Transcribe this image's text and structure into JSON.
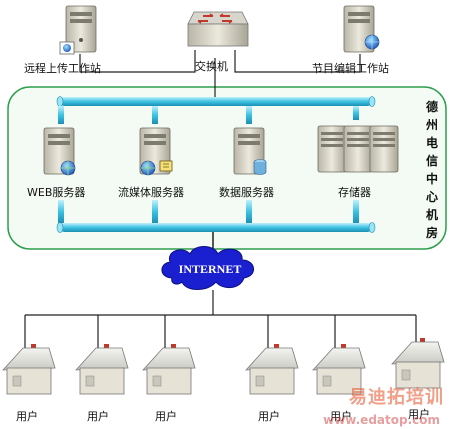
{
  "nodes": {
    "remote_upload": "远程上传工作站",
    "switch": "交换机",
    "program_edit": "节目编辑工作站",
    "web_server": "WEB服务器",
    "streaming_server": "流媒体服务器",
    "data_server": "数据服务器",
    "storage": "存储器",
    "internet": "INTERNET",
    "datacenter_label": "德州电信中心机房"
  },
  "users": [
    "用户",
    "用户",
    "用户",
    "用户",
    "用户",
    "用户"
  ],
  "watermark": {
    "text": "易迪拓培训",
    "url": "www.edatop.com"
  },
  "colors": {
    "bus": "#4fc8e6",
    "datacenter_border": "#2e9e4f",
    "datacenter_fill": "#f3fbf4",
    "internet_cloud": "#1a1fd0"
  }
}
